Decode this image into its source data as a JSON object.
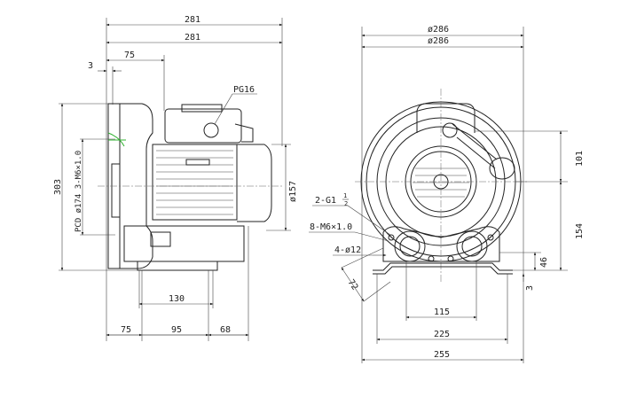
{
  "side_view": {
    "overall_length_1": "281",
    "overall_length_2": "281",
    "flange_to_box": "75",
    "flange_thickness": "3",
    "cable_gland": "PG16",
    "height": "303",
    "pcd_label": "PCD ø174 3-M6×1.0",
    "motor_diameter": "ø157",
    "foot_span": "130",
    "bottom_dim_1": "75",
    "bottom_dim_2": "95",
    "bottom_dim_3": "68"
  },
  "front_view": {
    "diameter_1": "ø286",
    "diameter_2": "ø286",
    "upper_height": "101",
    "lower_height": "154",
    "foot_height": "46",
    "foot_thickness": "3",
    "port_label": "2-G1",
    "port_fraction_num": "1",
    "port_fraction_den": "2",
    "bolt_label": "8-M6×1.0",
    "hole_label": "4-ø12",
    "angle_dim": "72",
    "port_spacing": "115",
    "foot_hole_spacing": "225",
    "base_width": "255"
  },
  "colors": {
    "line": "#222222",
    "accent": "#2fb02f"
  }
}
